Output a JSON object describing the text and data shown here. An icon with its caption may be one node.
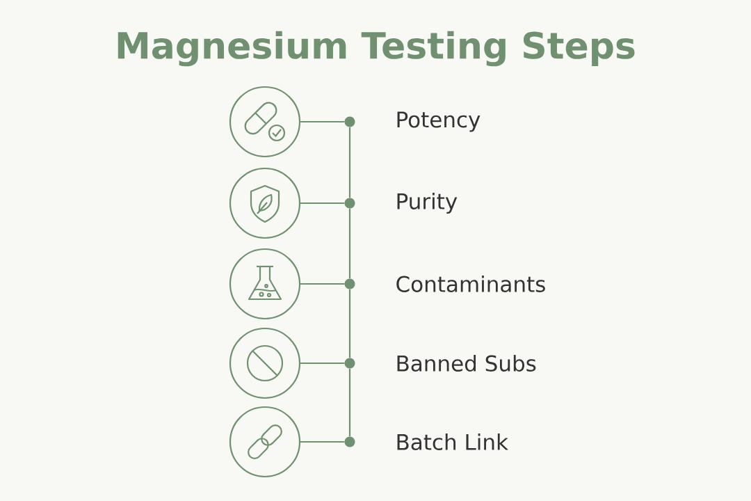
{
  "diagram": {
    "title": "Magnesium Testing Steps",
    "nodes": [
      {
        "text": [],
        "shape": "circle"
      },
      {
        "text": [],
        "shape": "circle"
      },
      {
        "text": [],
        "shape": "circle"
      },
      {
        "text": [],
        "shape": "circle"
      },
      {
        "text": [],
        "shape": "circle"
      },
      {
        "text": [],
        "shape": "circle",
        "beside": [
          "Potency"
        ]
      },
      {
        "text": [],
        "shape": "circle",
        "beside": [
          "Purity"
        ]
      },
      {
        "text": [],
        "shape": "circle",
        "beside": [
          "Contaminants"
        ]
      },
      {
        "text": [],
        "shape": "circle",
        "beside": [
          "Banned Subs"
        ]
      },
      {
        "text": [],
        "shape": "circle",
        "beside": [
          "Batch Link"
        ]
      }
    ],
    "edges": [
      {
        "from": 0,
        "to": 5,
        "arrow": "none"
      },
      {
        "from": 1,
        "to": 6,
        "arrow": "none"
      },
      {
        "from": 2,
        "to": 7,
        "arrow": "none"
      },
      {
        "from": 3,
        "to": 8,
        "arrow": "none"
      },
      {
        "from": 4,
        "to": 9,
        "arrow": "none"
      },
      {
        "from": 5,
        "to": 6,
        "arrow": "none"
      },
      {
        "from": 6,
        "to": 7,
        "arrow": "none"
      },
      {
        "from": 7,
        "to": 8,
        "arrow": "none"
      },
      {
        "from": 8,
        "to": 9,
        "arrow": "none"
      }
    ]
  }
}
